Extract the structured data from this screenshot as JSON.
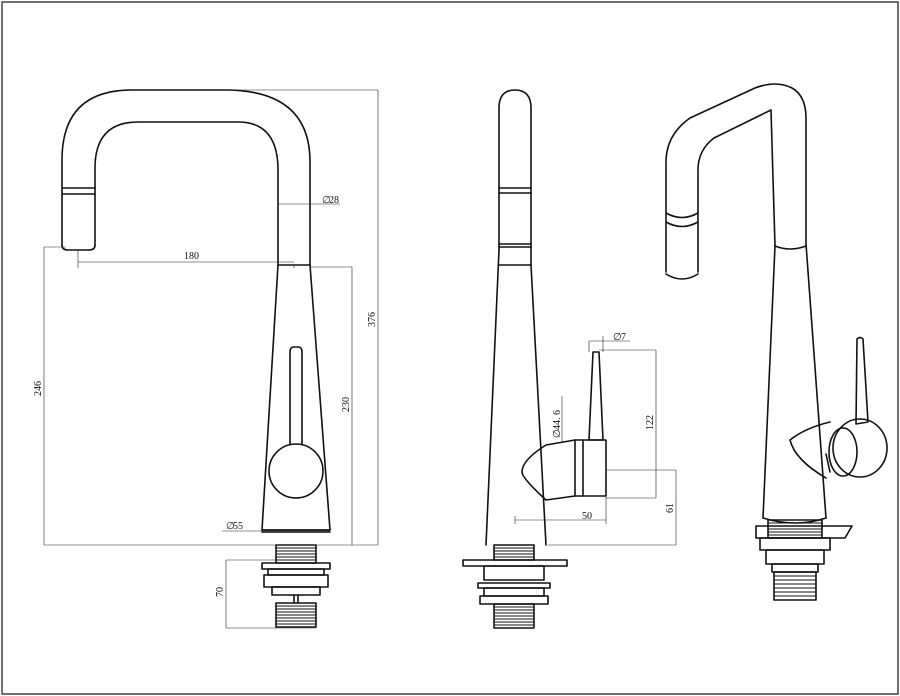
{
  "dimensions": {
    "spout_diameter": "28",
    "spout_reach": "180",
    "spout_height": "246",
    "lever_height": "230",
    "overall_height": "376",
    "base_diameter": "55",
    "shank_length": "70",
    "lever_diameter": "7",
    "body_diameter": "44. 6",
    "handle_length": "122",
    "handle_projection": "50",
    "handle_base_height": "61"
  },
  "diameter_symbol": "∅"
}
